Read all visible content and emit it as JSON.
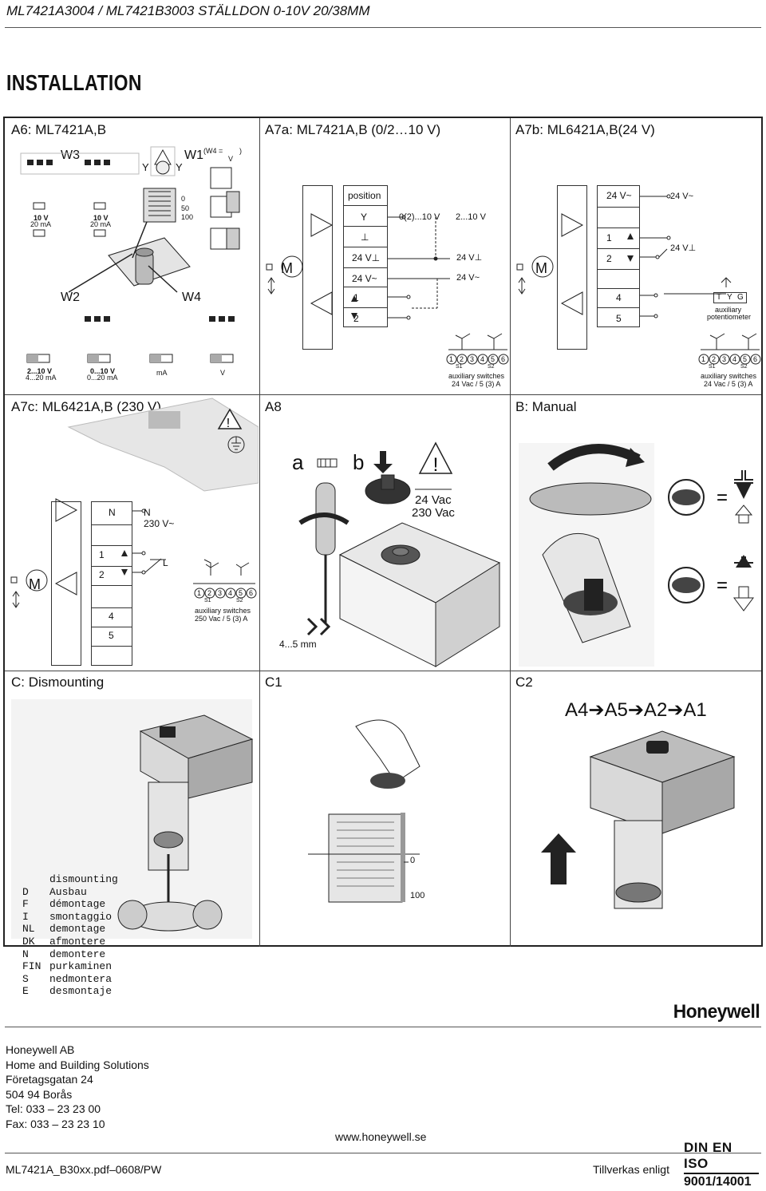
{
  "header": {
    "doc_title": "ML7421A3004 / ML7421B3003 STÄLLDON 0-10V 20/38MM",
    "section_title": "INSTALLATION"
  },
  "panels": {
    "a6": {
      "title": "A6: ML7421A,B",
      "w3": "W3",
      "w1": "W1",
      "w1_note": "(W4 =",
      "w1_note_end": ")",
      "w1_v": "V",
      "y_left": "Y",
      "y_right": "Y",
      "w2": "W2",
      "w4": "W4",
      "scale_0": "0",
      "scale_50": "50",
      "scale_100": "100",
      "opt1_a": "10 V",
      "opt1_b": "20 mA",
      "opt2_a": "10 V",
      "opt2_b": "20 mA",
      "sel1_a": "2...10 V",
      "sel1_b": "4...20 mA",
      "sel2_a": "0...10 V",
      "sel2_b": "0...20 mA",
      "sel3": "mA",
      "sel4": "V"
    },
    "a7a": {
      "title": "A7a: ML7421A,B (0/2…10 V)",
      "rows": [
        "position",
        "Y",
        "⊥",
        "24 V⊥",
        "24 V~",
        "1",
        "2"
      ],
      "sig1": "0(2)...10 V",
      "sig2": "2...10 V",
      "right_24v_gnd": "24 V⊥",
      "right_24v_ac": "24 V~",
      "motor": "M",
      "terminals": [
        "1",
        "2",
        "3",
        "4",
        "5",
        "6"
      ],
      "s1": "S1",
      "s2": "S2",
      "aux1": "auxiliary switches",
      "aux2": "24 Vac / 5 (3) A"
    },
    "a7b": {
      "title": "A7b: ML6421A,B(24 V)",
      "rows": [
        "24 V~",
        "1",
        "2",
        "4",
        "5"
      ],
      "right_ac": "24 V~",
      "right_gnd": "24 V⊥",
      "tyg": [
        "T",
        "Y",
        "G"
      ],
      "pot1": "auxiliary",
      "pot2": "potentiometer",
      "motor": "M",
      "terminals": [
        "1",
        "2",
        "3",
        "4",
        "5",
        "6"
      ],
      "s1": "S1",
      "s2": "S2",
      "aux1": "auxiliary switches",
      "aux2": "24 Vac / 5 (3) A"
    },
    "a7c": {
      "title": "A7c: ML6421A,B (230 V)",
      "rows": [
        "N",
        "1",
        "2",
        "4",
        "5"
      ],
      "n_label": "N",
      "v230": "230 V~",
      "l_label": "L",
      "motor": "M",
      "terminals": [
        "1",
        "2",
        "3",
        "4",
        "5",
        "6"
      ],
      "s1": "S1",
      "s2": "S2",
      "aux1": "auxiliary switches",
      "aux2": "250 Vac / 5 (3) A"
    },
    "a8": {
      "title": "A8",
      "a": "a",
      "b": "b",
      "v24": "24 Vac",
      "v230": "230 Vac",
      "mm": "4...5 mm"
    },
    "b": {
      "title": "B: Manual"
    },
    "c": {
      "title": "C: Dismounting",
      "languages": [
        {
          "code": "",
          "word": "dismounting"
        },
        {
          "code": "D",
          "word": "Ausbau"
        },
        {
          "code": "F",
          "word": "démontage"
        },
        {
          "code": "I",
          "word": "smontaggio"
        },
        {
          "code": "NL",
          "word": "demontage"
        },
        {
          "code": "DK",
          "word": "afmontere"
        },
        {
          "code": "N",
          "word": "demontere"
        },
        {
          "code": "FIN",
          "word": "purkaminen"
        },
        {
          "code": "S",
          "word": "nedmontera"
        },
        {
          "code": "E",
          "word": "desmontaje"
        }
      ]
    },
    "c1": {
      "title": "C1",
      "scale_0": "0",
      "scale_100": "100"
    },
    "c2": {
      "title": "C2",
      "sequence": "A4➔A5➔A2➔A1"
    }
  },
  "footer": {
    "logo": "Honeywell",
    "address": [
      "Honeywell AB",
      "Home and Building Solutions",
      "Företagsgatan 24",
      "504 94 Borås",
      "Tel:  033 – 23 23 00",
      "Fax:  033 – 23 23 10"
    ],
    "url": "www.honeywell.se",
    "pdf_name": "ML7421A_B30xx.pdf–0608/PW",
    "made_per": "Tillverkas enligt",
    "iso_top": "DIN EN ISO",
    "iso_bottom": "9001/14001"
  }
}
